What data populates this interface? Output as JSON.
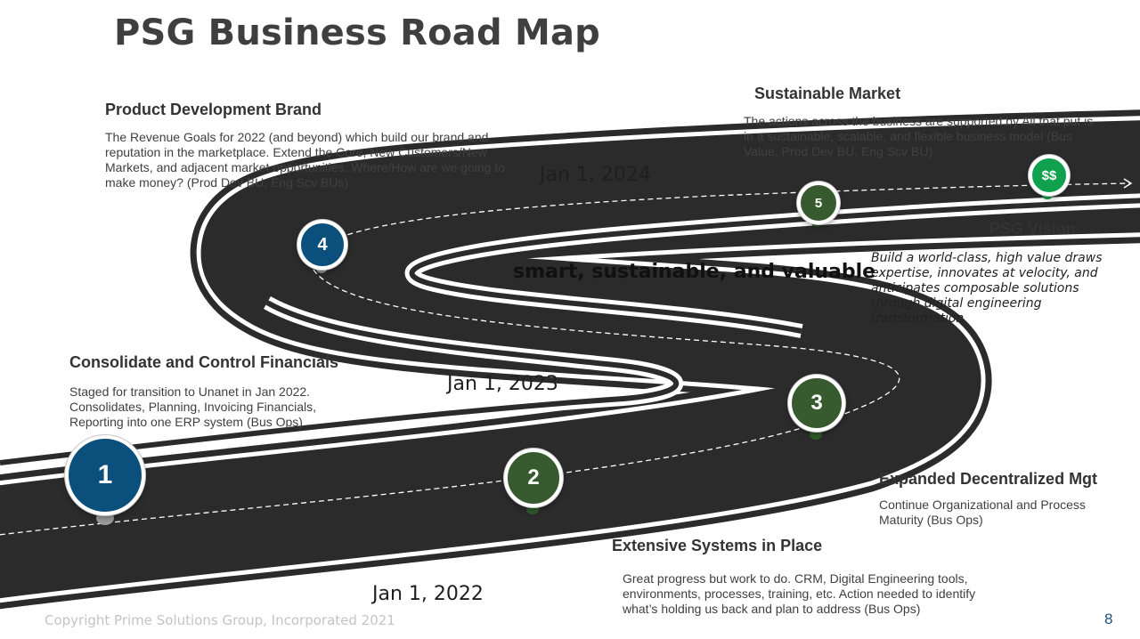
{
  "slide": {
    "title": "PSG Business Road Map",
    "tagline": "smart, sustainable, and valuable",
    "copyright": "Copyright Prime Solutions Group, Incorporated 2021",
    "page_number": "8"
  },
  "dates": {
    "d2022": "Jan 1, 2022",
    "d2023": "Jan 1, 2023",
    "d2024": "Jan 1, 2024"
  },
  "milestones": {
    "m1": {
      "label": "1",
      "heading": "Consolidate and Control Financials",
      "body": "Staged for transition to Unanet in Jan 2022. Consolidates, Planning, Invoicing Financials, Reporting into one ERP system  (Bus Ops)",
      "color": "#0b4f7c"
    },
    "m2": {
      "label": "2",
      "heading": "Extensive Systems in Place",
      "body": "Great progress but work to do. CRM, Digital Engineering tools, environments, processes, training, etc. Action needed to identify what’s holding us back and plan to address (Bus Ops)",
      "color": "#375a2f"
    },
    "m3": {
      "label": "3",
      "heading": "Expanded Decentralized Mgt",
      "body": "Continue Organizational and Process Maturity (Bus Ops)",
      "color": "#375a2f"
    },
    "m4": {
      "label": "4",
      "heading": "Product Development Brand",
      "body": "The Revenue Goals for 2022 (and beyond) which build our brand and reputation in the marketplace. Extend the Core, New Customers/New Markets, and adjacent market opportunities. Where/How are we going to make money?  (Prod Dev BU, Eng Scv BUs)",
      "color": "#0b4f7c"
    },
    "m5": {
      "label": "5",
      "heading": "Sustainable Market",
      "body": "The actions across the business are supported by All that put is in a sustainable, scalable, and flexible business model (Bus Value, Prod Dev BU, Eng Scv BU)",
      "color": "#375a2f"
    },
    "goal": {
      "label": "$$",
      "heading": "PSG Vision",
      "body": "Build  a world-class, high value draws expertise, innovates at velocity, and anticipates composable solutions through digital engineering transformation",
      "color": "#10a14f"
    }
  },
  "colors": {
    "road": "#2b2b2b",
    "road_edge": "#ffffff",
    "pin_grey": "#9a9a9a",
    "pin_green": "#2f5a2a"
  }
}
